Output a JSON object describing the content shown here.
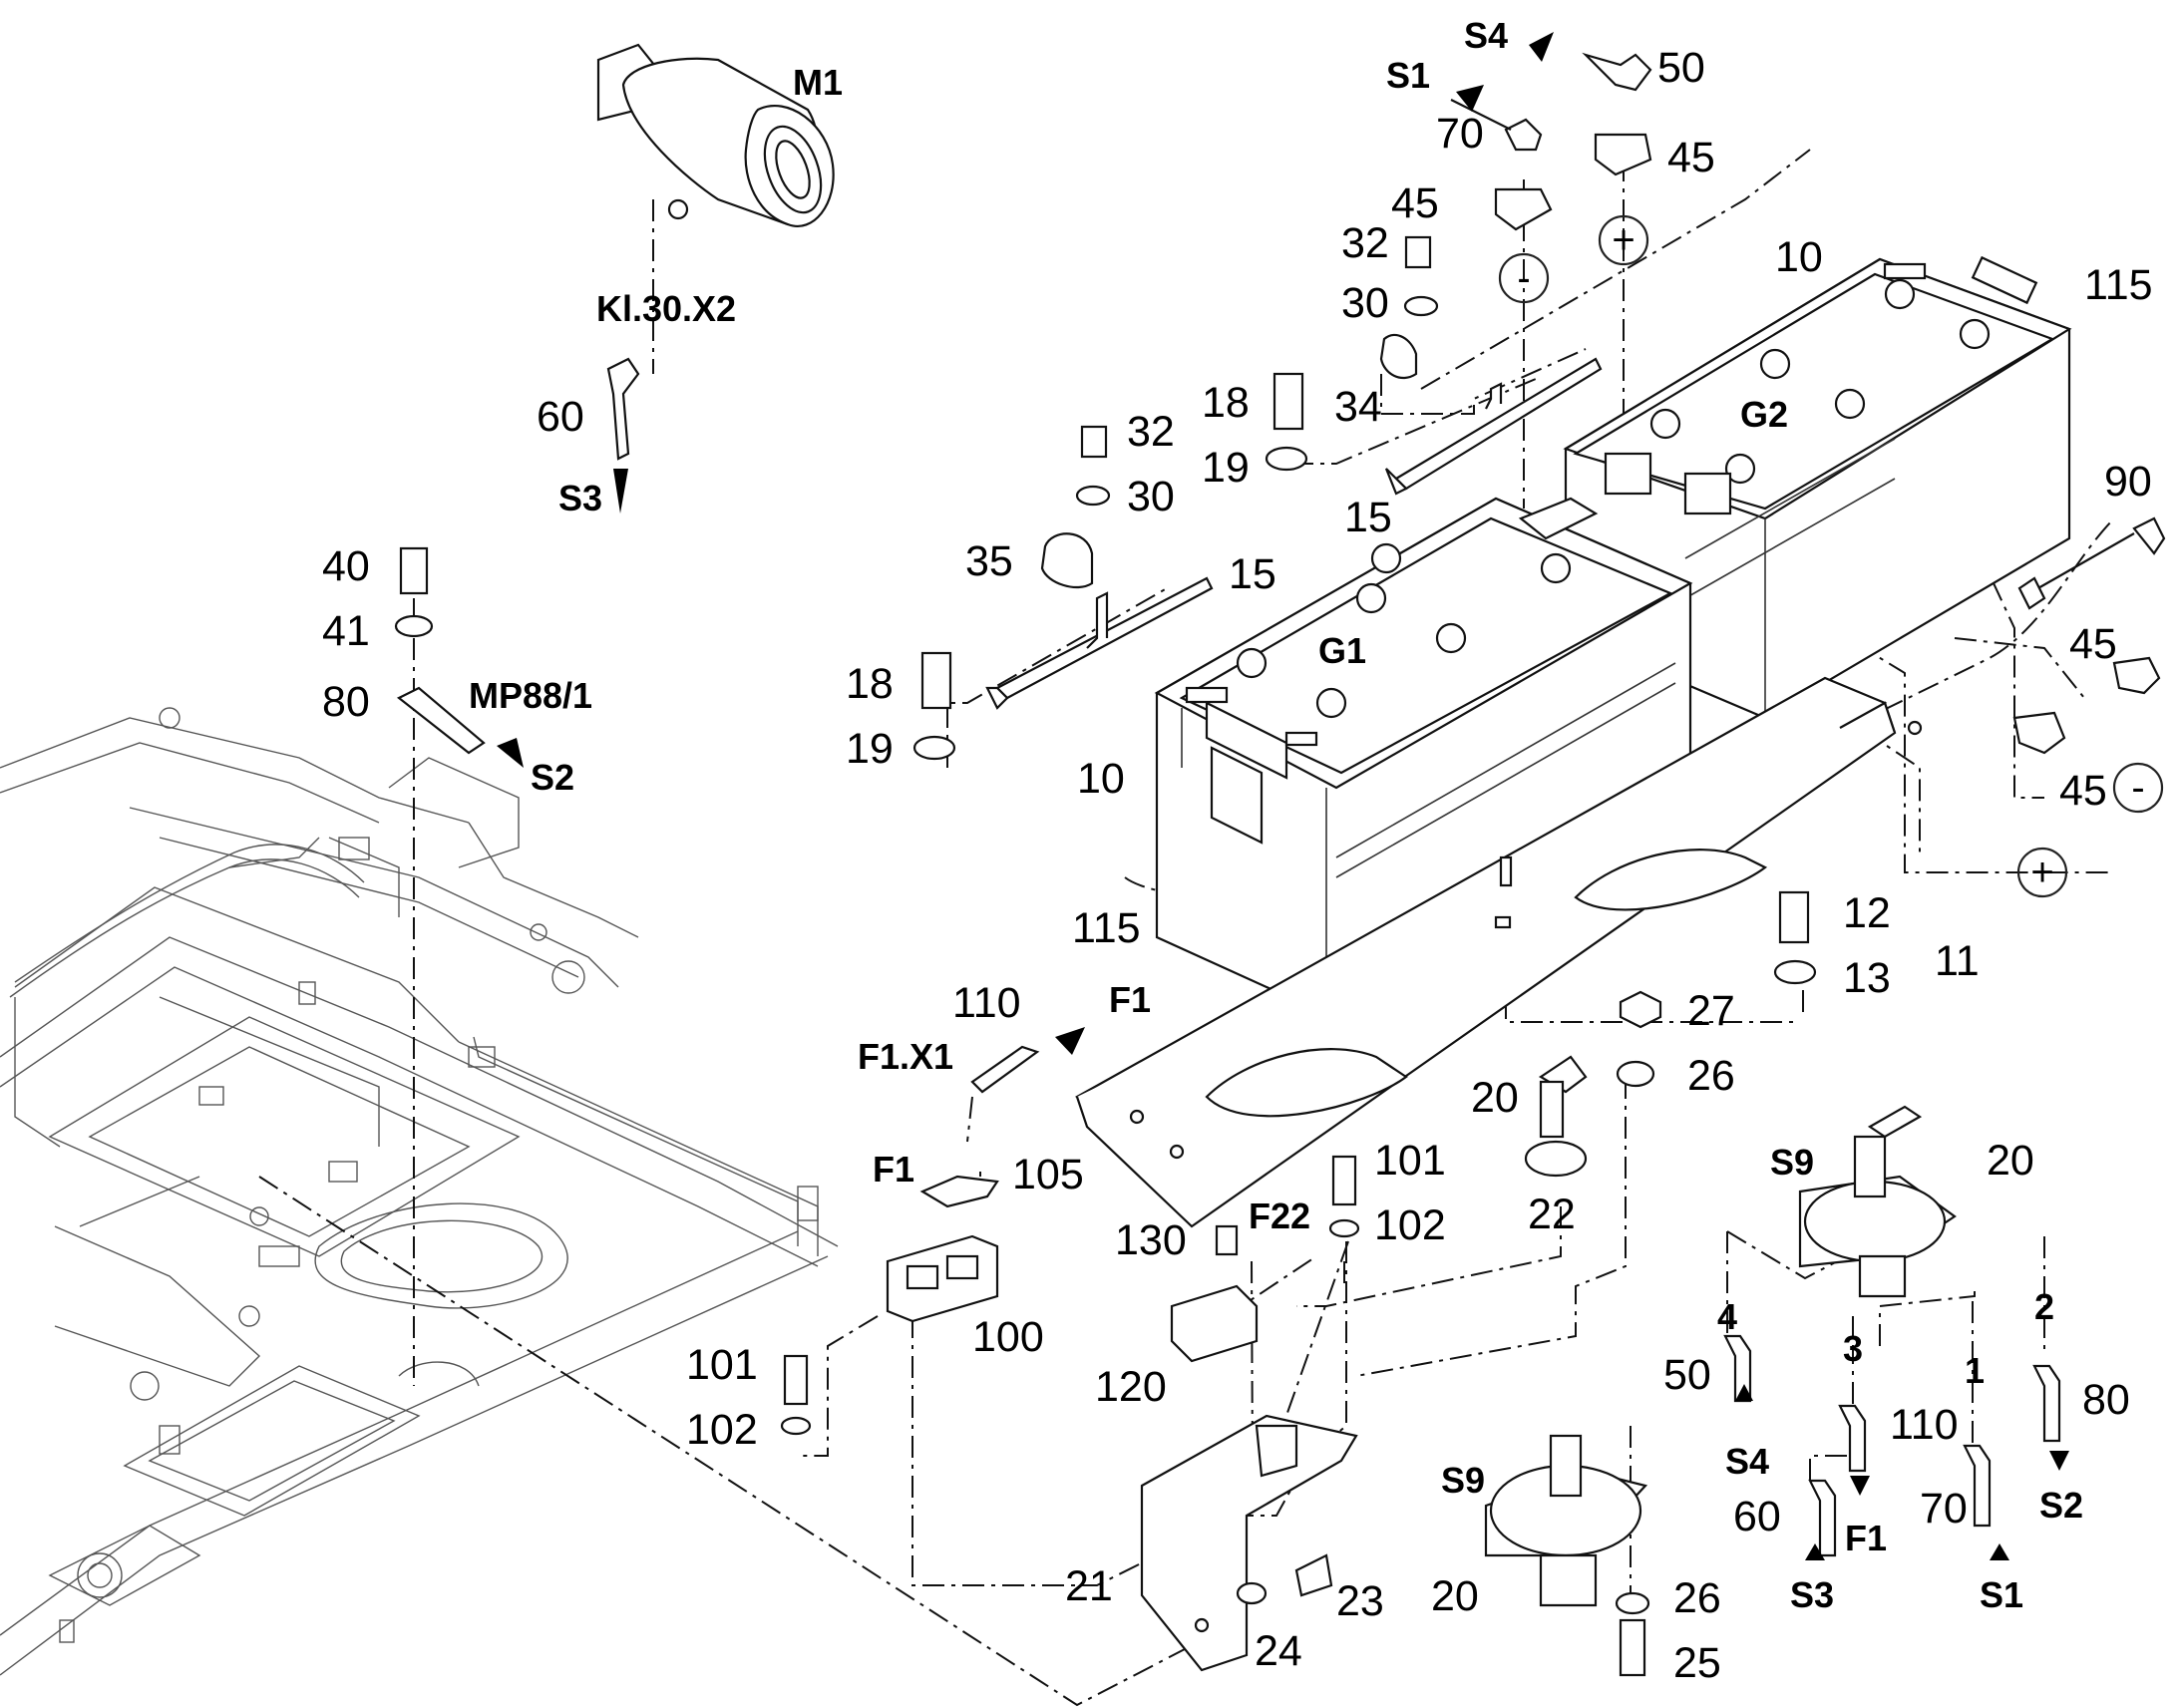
{
  "numbers": {
    "n50a": "50",
    "n70a": "70",
    "n45a": "45",
    "n45b": "45",
    "n32a": "32",
    "n30a": "30",
    "n34": "34",
    "n18a": "18",
    "n19a": "19",
    "n15a": "15",
    "n32b": "32",
    "n30b": "30",
    "n35": "35",
    "n15b": "15",
    "n18b": "18",
    "n19b": "19",
    "n10a": "10",
    "n10b": "10",
    "n115a": "115",
    "n115b": "115",
    "n90": "90",
    "n45c": "45",
    "n45d": "45",
    "n12": "12",
    "n13": "13",
    "n11": "11",
    "n60a": "60",
    "n40": "40",
    "n41": "41",
    "n80a": "80",
    "n110a": "110",
    "n27": "27",
    "n26a": "26",
    "n20a": "20",
    "n22": "22",
    "n105": "105",
    "n101a": "101",
    "n102a": "102",
    "n130": "130",
    "n100": "100",
    "n120": "120",
    "n101b": "101",
    "n102b": "102",
    "n20b": "20",
    "n50b": "50",
    "n110b": "110",
    "n80b": "80",
    "n60b": "60",
    "n70b": "70",
    "n21": "21",
    "n23": "23",
    "n24": "24",
    "n20c": "20",
    "n26b": "26",
    "n25": "25"
  },
  "codes": {
    "M1": "M1",
    "KL30": "Kl.30.X2",
    "S3a": "S3",
    "S4a": "S4",
    "S1a": "S1",
    "G1": "G1",
    "G2": "G2",
    "MP88": "MP88/1",
    "S2a": "S2",
    "F1a": "F1",
    "F1X1": "F1.X1",
    "F1b": "F1",
    "F22": "F22",
    "S9a": "S9",
    "S9b": "S9",
    "S4b": "S4",
    "F1c": "F1",
    "S3b": "S3",
    "S1b": "S1",
    "S2b": "S2"
  },
  "switch_terminals": {
    "t4": "4",
    "t3": "3",
    "t2": "2",
    "t1": "1"
  },
  "polarity": {
    "minus_a": "-",
    "plus_a": "+",
    "plus_b": "+",
    "minus_b": "-"
  }
}
